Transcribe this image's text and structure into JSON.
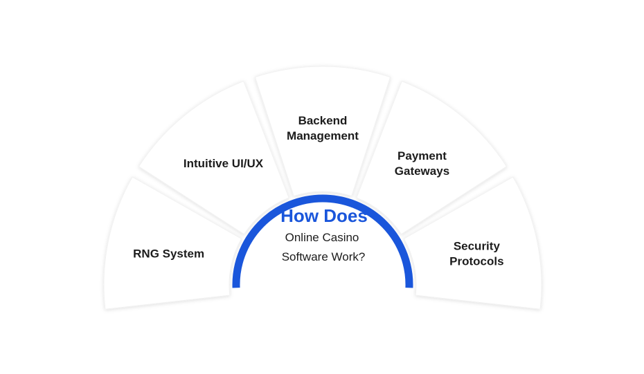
{
  "center": {
    "title": "How Does",
    "line1": "Online Casino",
    "line2": "Software Work?"
  },
  "segments": [
    {
      "lines": [
        "RNG System"
      ]
    },
    {
      "lines": [
        "Intuitive UI/UX"
      ]
    },
    {
      "lines": [
        "Backend",
        "Management"
      ]
    },
    {
      "lines": [
        "Payment",
        "Gateways"
      ]
    },
    {
      "lines": [
        "Security",
        "Protocols"
      ]
    }
  ],
  "colors": {
    "accent": "#1a56db",
    "card": "#ffffff",
    "text": "#1c1c1c"
  }
}
